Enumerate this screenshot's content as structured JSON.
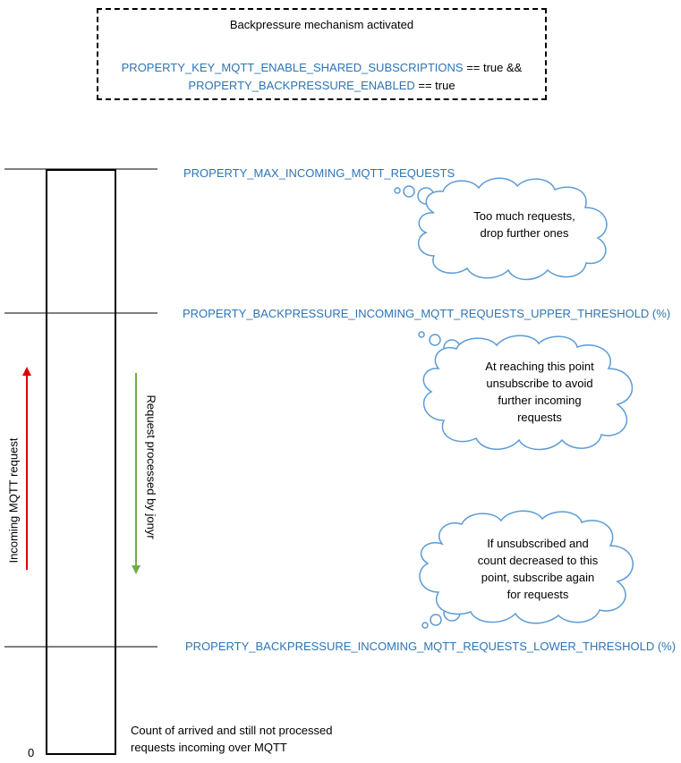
{
  "header_box": {
    "title": "Backpressure mechanism activated",
    "line1_property": "PROPERTY_KEY_MQTT_ENABLE_SHARED_SUBSCRIPTIONS",
    "line1_suffix": " == true &&",
    "line2_property": "PROPERTY_BACKPRESSURE_ENABLED",
    "line2_suffix": " == true"
  },
  "levels": {
    "max": "PROPERTY_MAX_INCOMING_MQTT_REQUESTS",
    "upper": "PROPERTY_BACKPRESSURE_INCOMING_MQTT_REQUESTS_UPPER_THRESHOLD (%)",
    "lower": "PROPERTY_BACKPRESSURE_INCOMING_MQTT_REQUESTS_LOWER_THRESHOLD (%)"
  },
  "clouds": {
    "max": [
      "Too much requests,",
      "drop further ones"
    ],
    "upper": [
      "At reaching this point",
      "unsubscribe to avoid",
      "further incoming",
      "requests"
    ],
    "lower": [
      "If unsubscribed and",
      "count decreased to this",
      "point, subscribe again",
      "for requests"
    ]
  },
  "arrows": {
    "incoming_label": "Incoming MQTT request",
    "processed_label": "Request processed by jonyr",
    "incoming_color": "#e00000",
    "processed_color": "#70ad47"
  },
  "bottom": {
    "zero_label": "0",
    "caption_line1": "Count of arrived and still not processed",
    "caption_line2": "requests incoming over MQTT"
  },
  "colors": {
    "property_text": "#2e74b5",
    "cloud_stroke": "#5b9bd5"
  }
}
